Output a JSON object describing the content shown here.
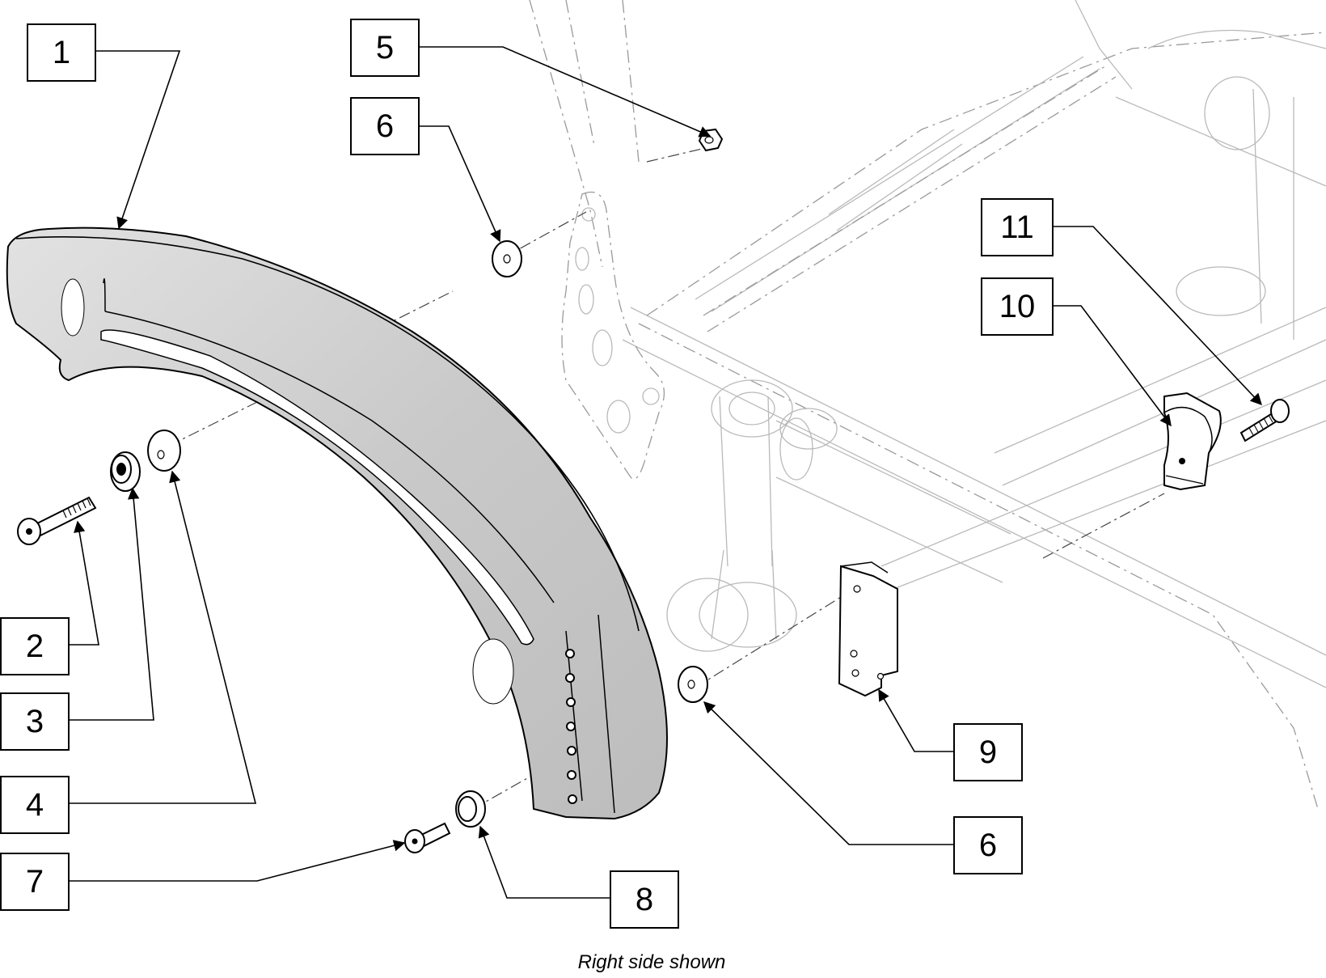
{
  "callouts": [
    {
      "id": "1",
      "label": "1"
    },
    {
      "id": "2",
      "label": "2"
    },
    {
      "id": "3",
      "label": "3"
    },
    {
      "id": "4",
      "label": "4"
    },
    {
      "id": "5",
      "label": "5"
    },
    {
      "id": "6a",
      "label": "6"
    },
    {
      "id": "6b",
      "label": "6"
    },
    {
      "id": "7",
      "label": "7"
    },
    {
      "id": "8",
      "label": "8"
    },
    {
      "id": "9",
      "label": "9"
    },
    {
      "id": "10",
      "label": "10"
    },
    {
      "id": "11",
      "label": "11"
    }
  ],
  "caption": "Right side shown"
}
